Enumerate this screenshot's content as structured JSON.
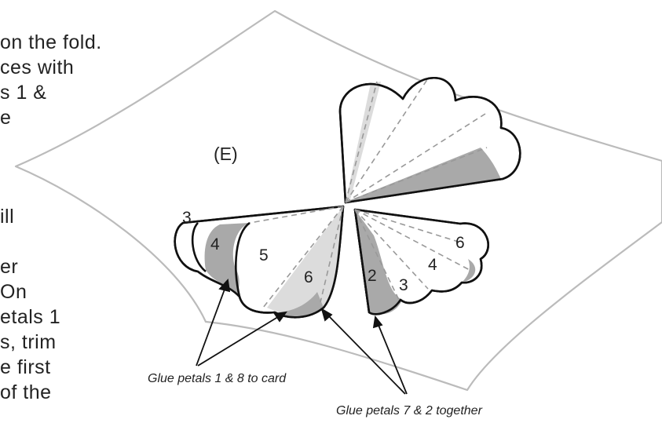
{
  "text_lines": [
    "on the fold.",
    "ces with",
    "s 1 &",
    "e",
    "ill",
    "er",
    "On",
    "etals 1",
    "s, trim",
    "e first",
    "of the"
  ],
  "step_label": "(E)",
  "petal_numbers": {
    "left_group": [
      "3",
      "4",
      "5",
      "6"
    ],
    "right_group": [
      "2",
      "3",
      "4",
      "6"
    ]
  },
  "captions": {
    "glue_card": "Glue petals 1 & 8 to card",
    "glue_together": "Glue petals 7 & 2 together"
  },
  "colors": {
    "card_outline": "#bbbbbb",
    "petal_shade_light": "#dcdcdc",
    "petal_shade_dark": "#a9a9a9",
    "ink": "#111111"
  }
}
